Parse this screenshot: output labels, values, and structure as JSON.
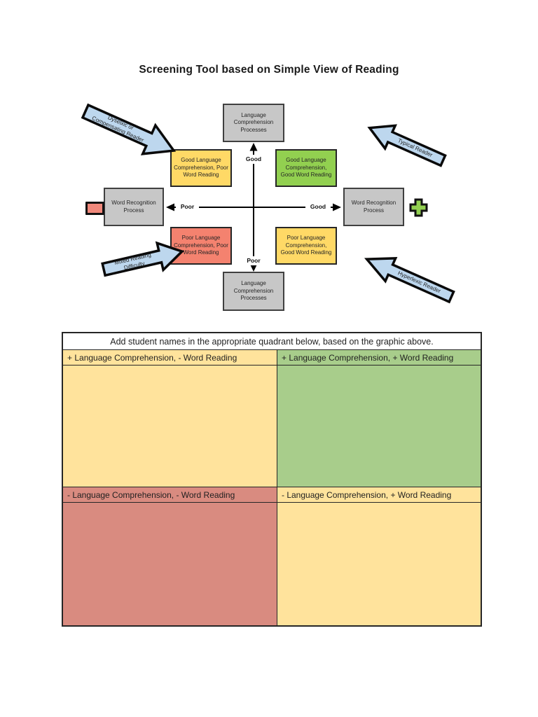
{
  "title": "Screening Tool based on Simple View of Reading",
  "diagram": {
    "boxes": {
      "top_process": "Language Comprehension Processes",
      "bottom_process": "Language Comprehension Processes",
      "left_process": "Word Recognition Process",
      "right_process": "Word Recognition Process",
      "quad_top_left": "Good Language Comprehension, Poor Word Reading",
      "quad_top_right": "Good Language Comprehension, Good Word Reading",
      "quad_bottom_left": "Poor Language Comprehension, Poor Word Reading",
      "quad_bottom_right": "Poor Language Comprehension, Good Word Reading"
    },
    "axis_labels": {
      "top": "Good",
      "bottom": "Poor",
      "left": "Poor",
      "right": "Good"
    },
    "callouts": {
      "top_left": "Dyselxic or\nCompensating Reader",
      "top_right": "Typical Reader",
      "bottom_left": "Mixed Reading\nDifficulty",
      "bottom_right": "Hyperlexic Reader"
    },
    "icons": {
      "left_of_word_recognition": "minus-icon",
      "right_of_word_recognition": "plus-icon"
    },
    "colors": {
      "process_box": "#c7c7c7",
      "yellow_box": "#ffd966",
      "green_box": "#92d050",
      "red_box": "#f4826f",
      "callout_arrow_fill": "#bdd7ee",
      "minus_icon_fill": "#f0887b",
      "plus_icon_fill": "#92d050"
    }
  },
  "table": {
    "header": "Add student names in the appropriate quadrant below, based on the graphic above.",
    "quadrants": [
      {
        "label": "+ Language Comprehension, - Word Reading",
        "color": "#ffe39c"
      },
      {
        "label": "+ Language Comprehension, + Word Reading",
        "color": "#a8cd8b"
      },
      {
        "label": "- Language Comprehension, - Word Reading",
        "color": "#d98b80"
      },
      {
        "label": "- Language Comprehension, + Word Reading",
        "color": "#ffe39c"
      }
    ]
  }
}
